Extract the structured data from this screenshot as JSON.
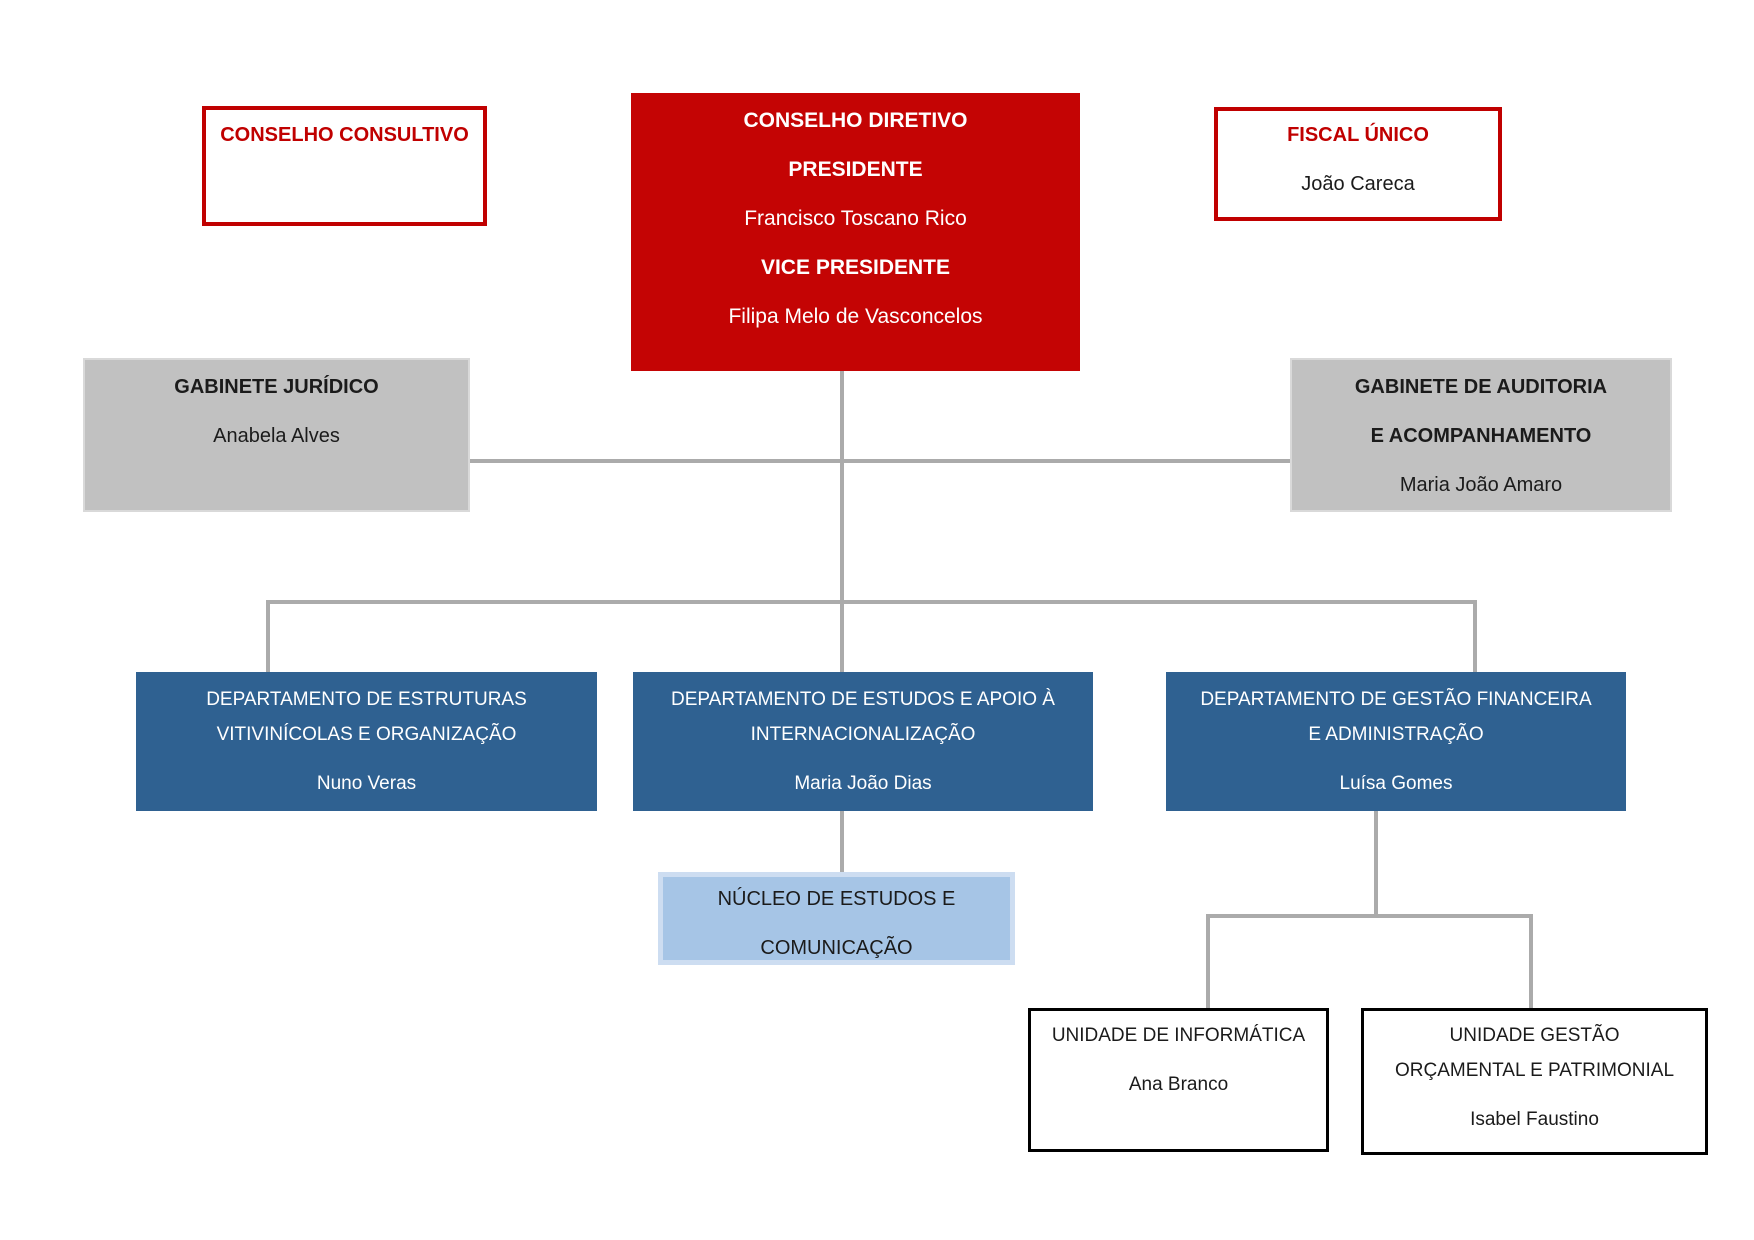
{
  "diagram": {
    "type": "organizational-chart",
    "background": "#FFFFFF"
  },
  "colors": {
    "red_fill": "#C40404",
    "red_accent": "#C00000",
    "gray_fill": "#C1C1C1",
    "blue_fill": "#2F6191",
    "light_blue_fill": "#A6C5E6",
    "light_blue_border": "#CDDDF1",
    "black_border": "#000000",
    "connector_gray": "#ABABAB",
    "text_dark": "#1B1B1B",
    "text_light": "#FFFFFF"
  },
  "boxes": {
    "conselho_consultivo": {
      "lines": [
        "CONSELHO CONSULTIVO"
      ]
    },
    "conselho_diretivo": {
      "lines": [
        "CONSELHO DIRETIVO",
        "PRESIDENTE",
        "Francisco Toscano Rico",
        "VICE PRESIDENTE",
        "Filipa Melo de Vasconcelos"
      ]
    },
    "fiscal_unico": {
      "lines": [
        "FISCAL ÚNICO",
        "João Careca"
      ]
    },
    "gabinete_juridico": {
      "lines": [
        "GABINETE JURÍDICO",
        "Anabela Alves"
      ]
    },
    "gabinete_auditoria": {
      "lines": [
        "GABINETE DE AUDITORIA",
        "E ACOMPANHAMENTO",
        "Maria João Amaro"
      ]
    },
    "dept_estruturas": {
      "lines": [
        "DEPARTAMENTO DE ESTRUTURAS",
        "VITIVINÍCOLAS E ORGANIZAÇÃO",
        "Nuno Veras"
      ]
    },
    "dept_estudos": {
      "lines": [
        "DEPARTAMENTO DE ESTUDOS E APOIO À",
        "INTERNACIONALIZAÇÃO",
        "Maria João Dias"
      ]
    },
    "dept_gestao": {
      "lines": [
        "DEPARTAMENTO DE GESTÃO FINANCEIRA",
        "E ADMINISTRAÇÃO",
        "Luísa Gomes"
      ]
    },
    "nucleo_estudos": {
      "lines": [
        "NÚCLEO DE ESTUDOS E",
        "COMUNICAÇÃO"
      ]
    },
    "unidade_informatica": {
      "lines": [
        "UNIDADE DE INFORMÁTICA",
        "Ana Branco"
      ]
    },
    "unidade_gestao": {
      "lines": [
        "UNIDADE GESTÃO",
        "ORÇAMENTAL E PATRIMONIAL",
        "Isabel Faustino"
      ]
    }
  }
}
